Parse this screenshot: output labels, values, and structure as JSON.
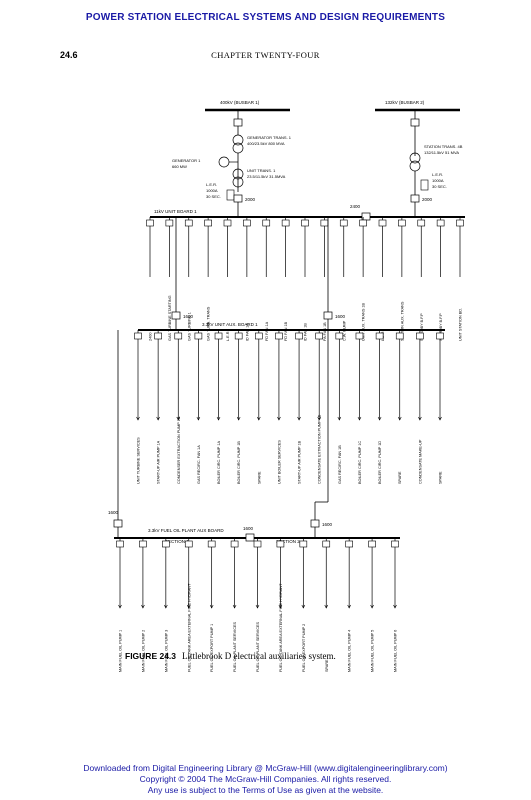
{
  "header": {
    "running_title": "POWER STATION ELECTRICAL SYSTEMS AND DESIGN REQUIREMENTS"
  },
  "page": {
    "number": "24.6",
    "chapter": "CHAPTER TWENTY-FOUR"
  },
  "diagram": {
    "busbar1": "400kV (BUSBAR 1)",
    "busbar2": "132kV (BUSBAR 2)",
    "gen_trans": "GENERATOR TRANS. 1",
    "gen_trans_rating": "400/23.5kV 800 MVA",
    "generator": "GENERATOR 1",
    "generator_rating": "660 MW",
    "unit_trans": "UNIT TRANS. 1",
    "unit_trans_rating": "23.5/11.5kV 31.5MVA",
    "station_trans": "STATION TRANS. 4B",
    "station_trans_rating": "132/11.5kV 51 MVA",
    "ler_left": "L.E.R.",
    "ler_left_rating": "1000A",
    "ler_left_time": "30 SEC.",
    "ler_right": "L.E.R.",
    "ler_right_rating": "1000A",
    "ler_right_time": "30 SEC.",
    "cb_2000_left": "2000",
    "cb_2000_right": "2000",
    "cb_2400": "2400",
    "unit_board": "11kV UNIT BOARD 1",
    "unit_aux_board": "3.3kV UNIT AUX. BOARD 1",
    "fuel_board": "3.3kV FUEL OIL PLANT AUX BOARD",
    "section1": "SECTION 1",
    "section2": "SECTION 2",
    "cb_1600_a": "1600",
    "cb_1600_b": "1600",
    "cb_1600_c": "1600",
    "cb_1600_d": "1600",
    "cb_1600_e": "1600",
    "ub_labels": [
      "2400",
      "GAS TURBINE STARTING",
      "GAS TURBINE 1",
      "GAS TURB. TRANS",
      "L.E.R.",
      "ID FAN 1A",
      "FD FAN 1A",
      "FD FAN 1B",
      "ID FAN 1B",
      "PA FAN 1B",
      "C.W. PUMP",
      "UNIT AUX. TRANS 1B",
      "L.E.R.",
      "STATION AUX. TRANS",
      "STANDBY B.F.P",
      "STANDBY B.F.P",
      "UNIT STATION BD."
    ],
    "aux_labels": [
      "UNIT TURBINE SERVICES",
      "START-UP AIR PUMP 1A",
      "CONDENSER EXTRACTION PUMP 1A",
      "GAS RECIRC. FAN 1A",
      "BOILER CIRC. PUMP 1A",
      "BOILER CIRC. PUMP 1B",
      "SPARE",
      "UNIT BOILER SERVICES",
      "START-UP AIR PUMP 1B",
      "CONDENSATE EXTRACTION PUMP 1B",
      "GAS RECIRC. FAN 1B",
      "BOILER CIRC. PUMP 1C",
      "BOILER CIRC. PUMP 1D",
      "SPARE",
      "CONDENSATE MAKE-UP",
      "SPARE"
    ],
    "fuel_labels": [
      "MAIN FUEL OIL PUMP 1",
      "MAIN FUEL OIL PUMP 2",
      "MAIN FUEL OIL PUMP 3",
      "FUEL OIL TANK AREA EXTERNAL FIRE HYDRANT",
      "FUEL OIL EXPORT PUMP 1",
      "FUEL OIL PLANT SERVICES",
      "FUEL OIL PLANT SERVICES",
      "FUEL OIL TANK AREA EXTERNAL FIRE HYDRANT",
      "FUEL OIL EXPORT PUMP 2",
      "SPARE",
      "MAIN FUEL OIL PUMP 4",
      "MAIN FUEL OIL PUMP 5",
      "MAIN FUEL OIL PUMP 6"
    ]
  },
  "caption": {
    "label": "FIGURE 24.3",
    "text": "Littlebrook D electrical auxiliaries system."
  },
  "footer": {
    "line1": "Downloaded from Digital Engineering Library @ McGraw-Hill (www.digitalengineeringlibrary.com)",
    "line2": "Copyright © 2004 The McGraw-Hill Companies. All rights reserved.",
    "line3": "Any use is subject to the Terms of Use as given at the website."
  }
}
